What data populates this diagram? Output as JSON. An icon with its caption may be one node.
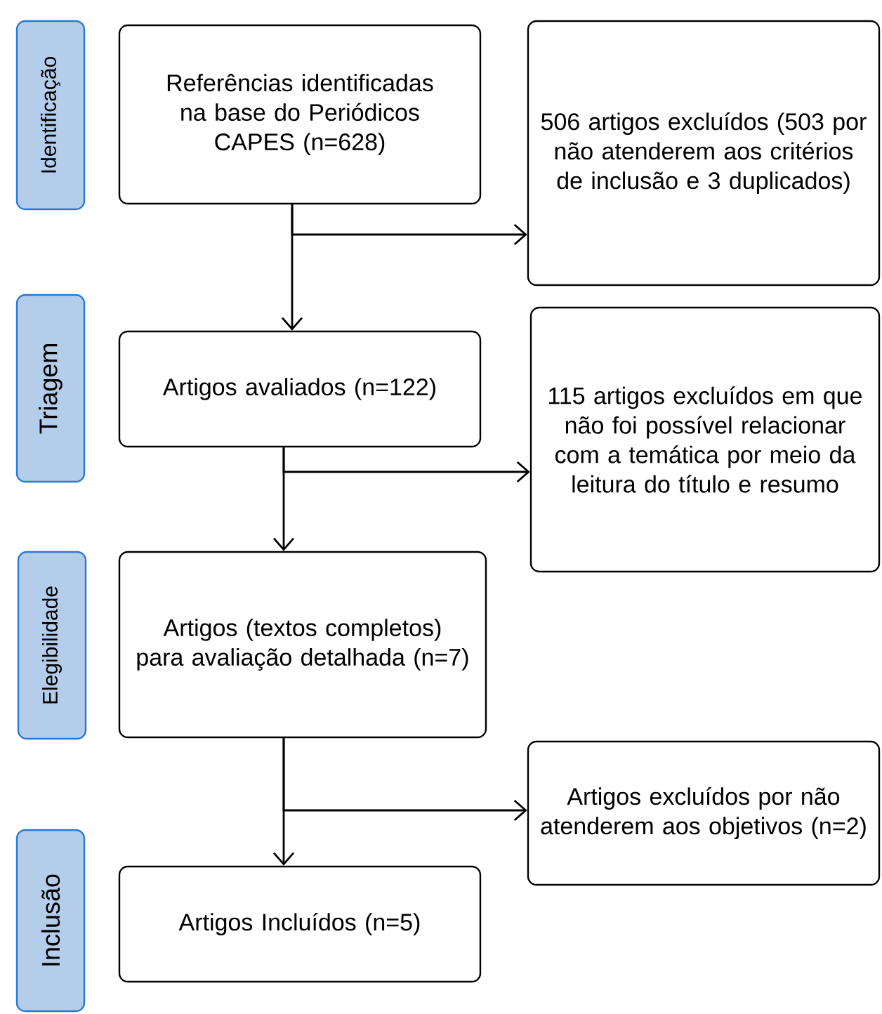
{
  "diagram": {
    "nodes": [
      {
        "text": [
          "Identificação"
        ]
      },
      {
        "text": [
          "Referências identificadas na base do Periódicos CAPES (n=628)"
        ]
      },
      {
        "text": [
          "506 artigos excluídos (503 por não atenderem aos critérios de inclusão e 3 duplicados)"
        ]
      },
      {
        "text": [
          "Triagem"
        ]
      },
      {
        "text": [
          "Artigos avaliados (n=122)"
        ]
      },
      {
        "text": [
          "115 artigos excluídos em que não foi possível relacionar com a temática por meio da leitura do título e resumo"
        ]
      },
      {
        "text": [
          "Elegibilidade"
        ]
      },
      {
        "text": [
          "Artigos (textos completos) para avaliação detalhada (n=7)"
        ]
      },
      {
        "text": [
          "Artigos excluídos por não atenderem aos objetivos (n=2)"
        ]
      },
      {
        "text": [
          "Inclusão"
        ]
      },
      {
        "text": [
          "Artigos Incluídos (n=5)"
        ]
      }
    ],
    "edges": [
      {
        "from": 1,
        "to": 4,
        "arrow": "to"
      },
      {
        "from": 1,
        "to": 2,
        "arrow": "to"
      },
      {
        "from": 4,
        "to": 7,
        "arrow": "to"
      },
      {
        "from": 4,
        "to": 5,
        "arrow": "to"
      },
      {
        "from": 7,
        "to": 10,
        "arrow": "to"
      },
      {
        "from": 7,
        "to": 8,
        "arrow": "to"
      }
    ]
  }
}
